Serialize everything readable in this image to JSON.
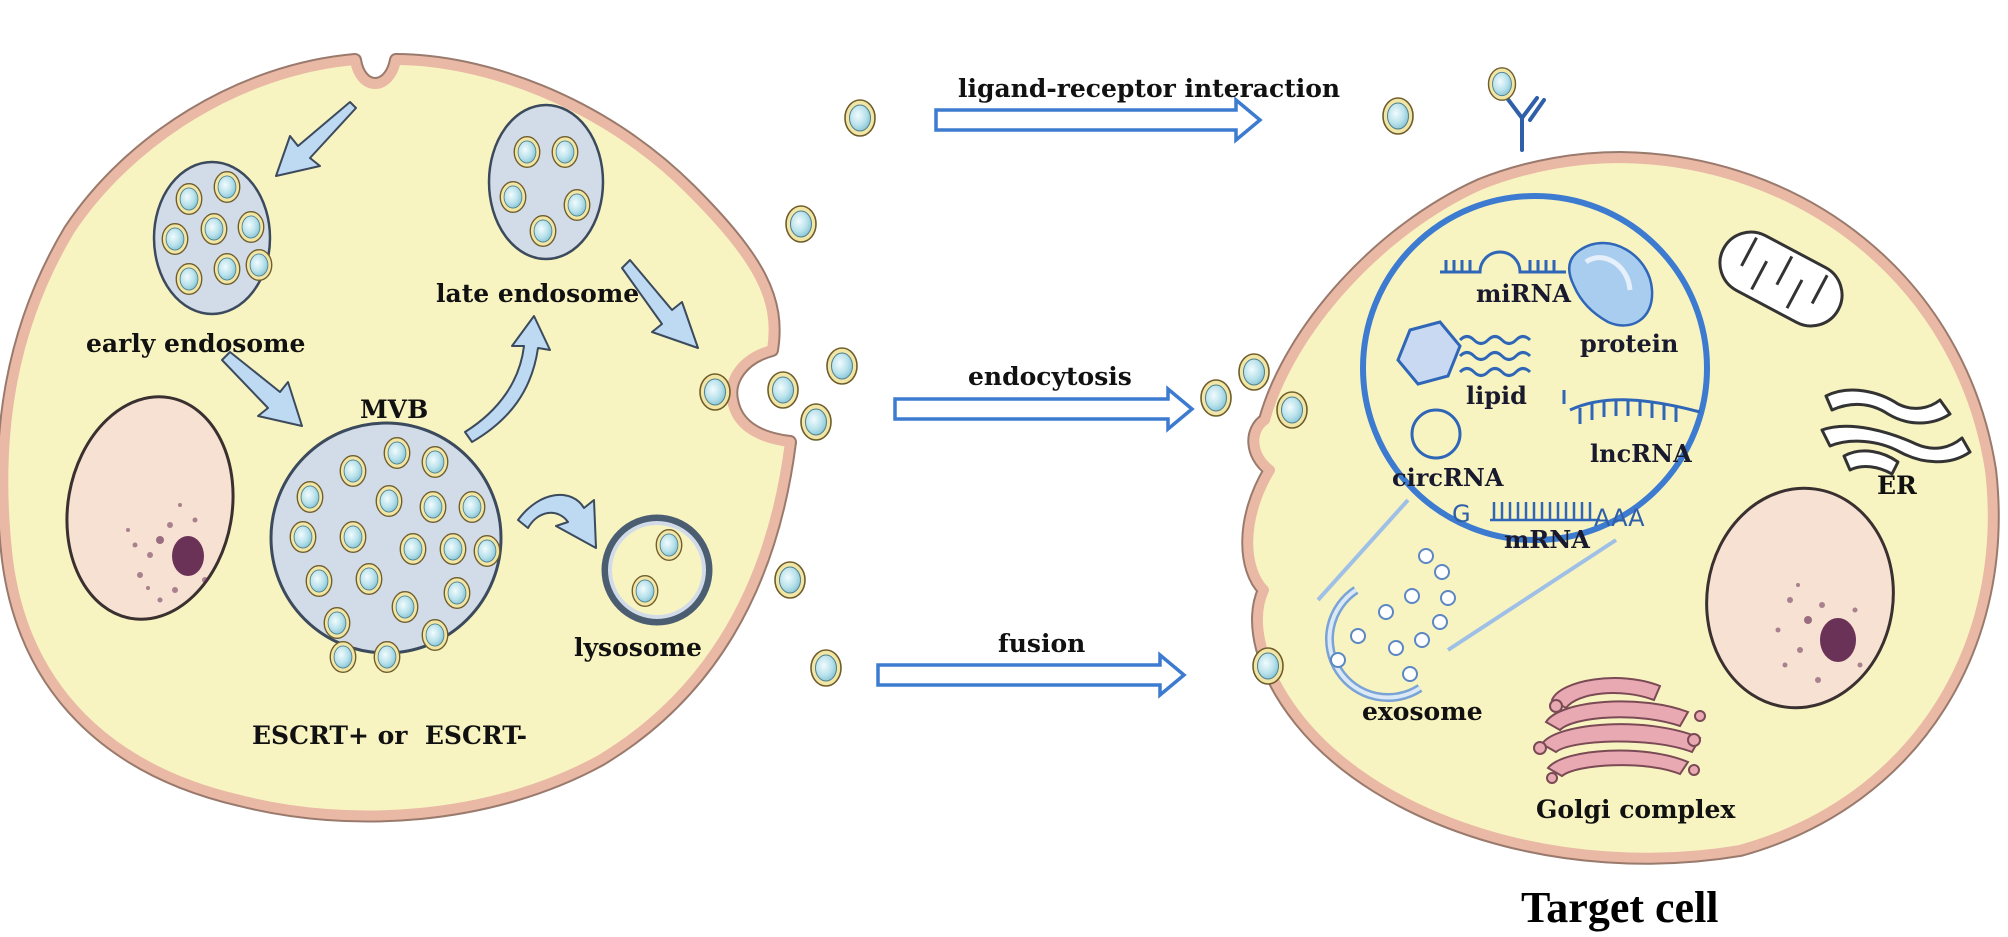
{
  "figure": {
    "title": "Target cell"
  },
  "donor_cell": {
    "labels": {
      "early_endosome": "early endosome",
      "late_endosome": "late endosome",
      "mvb": "MVB",
      "lysosome": "lysosome",
      "escrt": "ESCRT+ or  ESCRT-"
    }
  },
  "pathways": {
    "ligand_receptor": "ligand-receptor interaction",
    "endocytosis": "endocytosis",
    "fusion": "fusion"
  },
  "target_cell": {
    "labels": {
      "er": "ER",
      "golgi": "Golgi complex",
      "exosome": "exosome"
    },
    "cargo": {
      "mirna": "miRNA",
      "protein": "protein",
      "lipid": "lipid",
      "lncrna": "lncRNA",
      "circrna": "circRNA",
      "mrna": "mRNA",
      "mrna_cap": "G",
      "mrna_tail": "AAA"
    }
  },
  "colors": {
    "cytoplasm": "#f8f4c2",
    "membrane": "#e9b9a6",
    "membrane_edge": "#9a7a6c",
    "arrow_blue": "#3d7bd0",
    "endosome_fill": "#d2dbe8",
    "vesicle_fill": "#c8e8ef",
    "vesicle_ring": "#c9b25a",
    "nucleus_fill": "#f6e1d2",
    "chromatin": "#5c1f4a",
    "cargo_blue": "#2f66b7"
  }
}
